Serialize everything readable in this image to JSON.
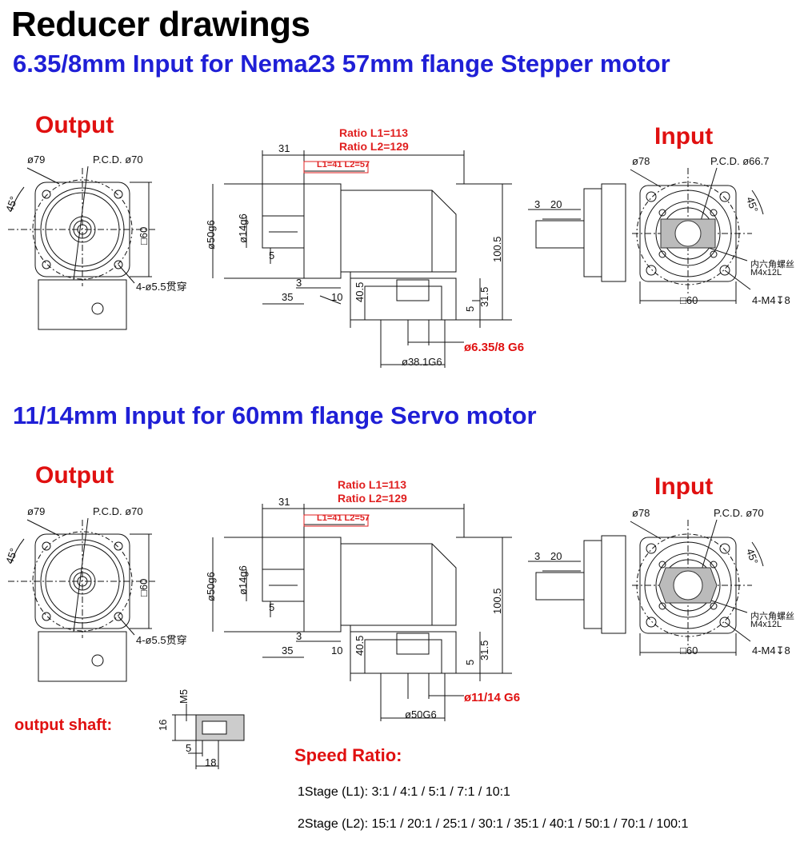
{
  "title": "Reducer drawings",
  "sections": [
    {
      "subtitle": "6.35/8mm Input for Nema23 57mm flange Stepper motor",
      "output_label": "Output",
      "input_label": "Input",
      "output_view": {
        "dia": "ø79",
        "pcd": "P.C.D. ø70",
        "angle": "45°",
        "square": "□60",
        "holes": "4-ø5.5贯穿"
      },
      "side_view": {
        "ratio_l1": "Ratio L1=113",
        "ratio_l2": "Ratio L2=129",
        "l_box": "L1=41  L2=57",
        "d31": "31",
        "d50": "ø50g6",
        "d14": "ø14g6",
        "d5": "5",
        "d3": "3",
        "d35": "35",
        "d10": "10",
        "d40_5": "40.5",
        "d100_5": "100.5",
        "d5b": "5",
        "d31_5": "31.5",
        "d38": "ø38.1G6",
        "input_bore": "ø6.35/8 G6"
      },
      "input_view": {
        "dia": "ø78",
        "pcd": "P.C.D. ø66.7",
        "angle": "45°",
        "d3": "3",
        "d20": "20",
        "screw_cn": "内六角螺丝",
        "screw": "M4x12L",
        "square": "□60",
        "tap": "4-M4↧8"
      }
    },
    {
      "subtitle": "11/14mm Input for 60mm flange Servo motor",
      "output_label": "Output",
      "input_label": "Input",
      "output_view": {
        "dia": "ø79",
        "pcd": "P.C.D. ø70",
        "angle": "45°",
        "square": "□60",
        "holes": "4-ø5.5贯穿"
      },
      "side_view": {
        "ratio_l1": "Ratio L1=113",
        "ratio_l2": "Ratio L2=129",
        "l_box": "L1=41  L2=57",
        "d31": "31",
        "d50": "ø50g6",
        "d14": "ø14g6",
        "d5": "5",
        "d3": "3",
        "d35": "35",
        "d10": "10",
        "d40_5": "40.5",
        "d100_5": "100.5",
        "d5b": "5",
        "d31_5": "31.5",
        "d38": "ø50G6",
        "input_bore": "ø11/14 G6"
      },
      "input_view": {
        "dia": "ø78",
        "pcd": "P.C.D. ø70",
        "angle": "45°",
        "d3": "3",
        "d20": "20",
        "screw_cn": "内六角螺丝",
        "screw": "M4x12L",
        "square": "□60",
        "tap": "4-M4↧8"
      }
    }
  ],
  "output_shaft": {
    "label": "output shaft:",
    "m5": "M5",
    "d16": "16",
    "d5": "5",
    "d18": "18"
  },
  "speed_ratio": {
    "title": "Speed Ratio:",
    "stage1": "1Stage (L1): 3:1 / 4:1 / 5:1 / 7:1 / 10:1",
    "stage2": "2Stage (L2): 15:1 / 20:1 / 25:1 / 30:1 / 35:1 / 40:1 / 50:1 / 70:1 / 100:1"
  }
}
